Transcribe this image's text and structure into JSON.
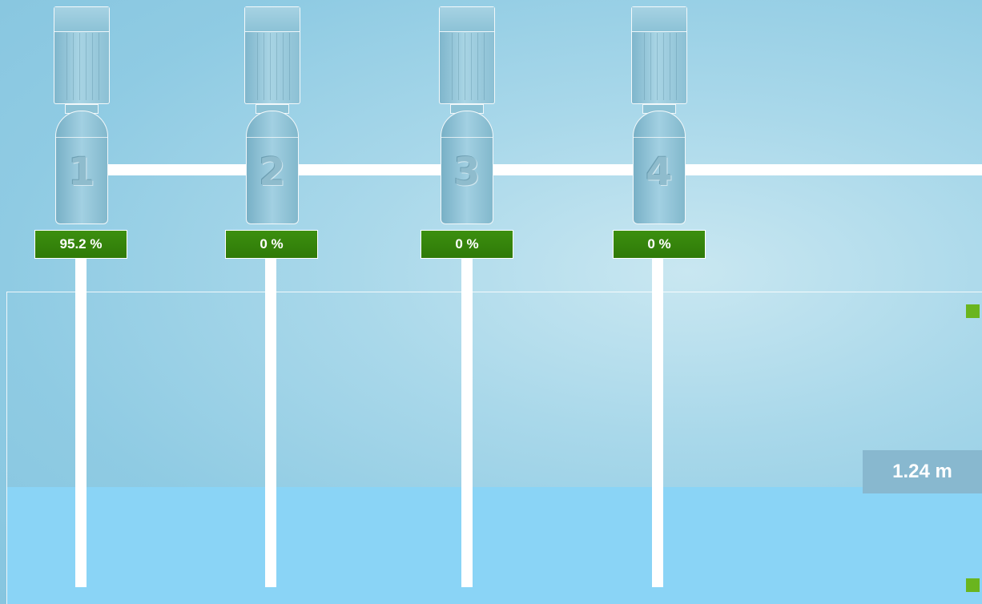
{
  "pumps": [
    {
      "number": "1",
      "speed": "95.2 %"
    },
    {
      "number": "2",
      "speed": "0 %"
    },
    {
      "number": "3",
      "speed": "0 %"
    },
    {
      "number": "4",
      "speed": "0 %"
    }
  ],
  "tank": {
    "level": "1.24 m"
  },
  "colors": {
    "badge_green": "#2f7a08",
    "indicator_green": "#6ab51e",
    "water": "#8ad4f6",
    "level_badge": "#88b8cf"
  }
}
